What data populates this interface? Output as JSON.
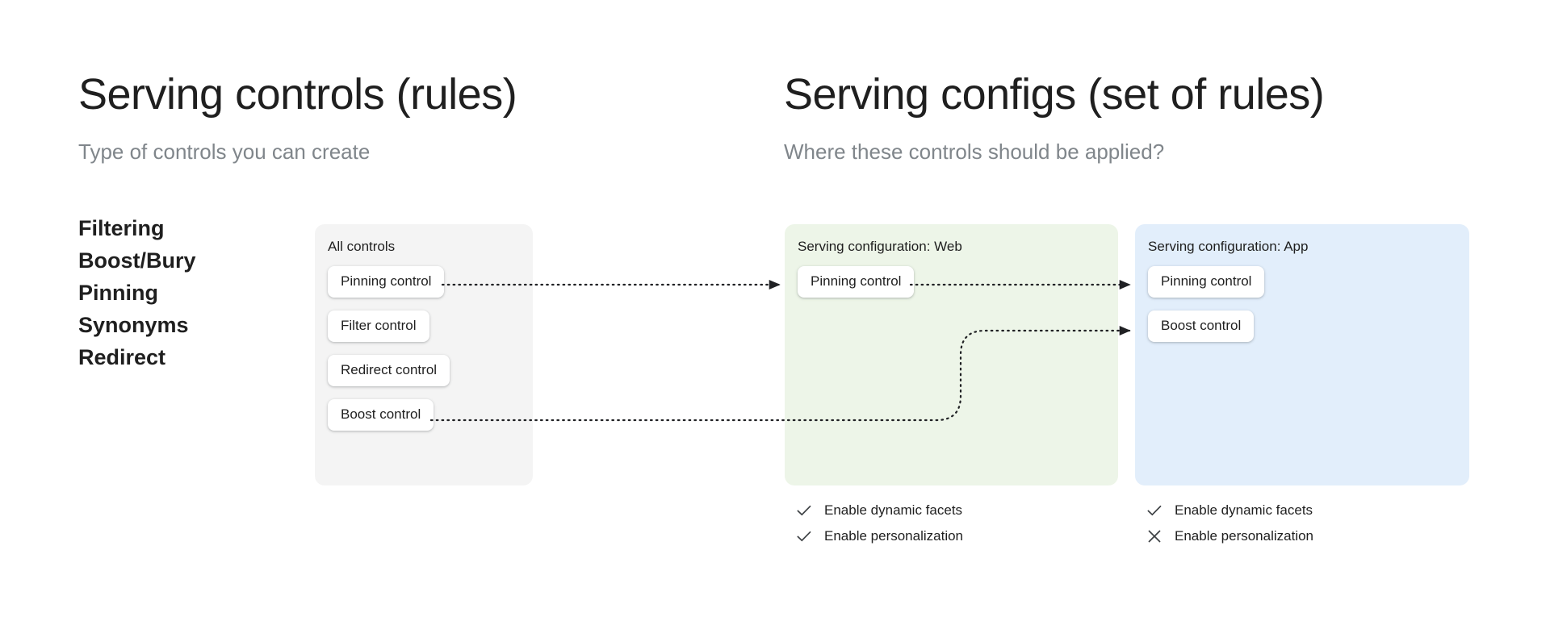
{
  "columns": {
    "left": {
      "title": "Serving controls (rules)",
      "subtitle": "Type of controls you can create"
    },
    "right": {
      "title": "Serving configs (set of rules)",
      "subtitle": "Where these controls should be applied?"
    }
  },
  "control_types": [
    {
      "label": "Filtering"
    },
    {
      "label": "Boost/Bury"
    },
    {
      "label": "Pinning"
    },
    {
      "label": "Synonyms"
    },
    {
      "label": "Redirect"
    }
  ],
  "panels": {
    "all_controls": {
      "label": "All controls",
      "background": "#f4f4f4",
      "chips": [
        {
          "label": "Pinning control"
        },
        {
          "label": "Filter control"
        },
        {
          "label": "Redirect control"
        },
        {
          "label": "Boost control"
        }
      ]
    },
    "serving_config_web": {
      "label": "Serving configuration: Web",
      "background": "#edf5e8",
      "chips": [
        {
          "label": "Pinning control"
        }
      ],
      "options": [
        {
          "label": "Enable dynamic facets",
          "icon": "check-icon",
          "state": "enabled"
        },
        {
          "label": "Enable personalization",
          "icon": "check-icon",
          "state": "enabled"
        }
      ]
    },
    "serving_config_app": {
      "label": "Serving configuration: App",
      "background": "#e2eefb",
      "chips": [
        {
          "label": "Pinning control"
        },
        {
          "label": "Boost control"
        }
      ],
      "options": [
        {
          "label": "Enable dynamic facets",
          "icon": "check-icon",
          "state": "enabled"
        },
        {
          "label": "Enable personalization",
          "icon": "close-icon",
          "state": "disabled"
        }
      ]
    }
  },
  "connectors": [
    {
      "from": "all-controls-pinning-control",
      "to": "web-pinning-control",
      "style": "dotted-arrow"
    },
    {
      "from": "web-pinning-control",
      "to": "app-pinning-control",
      "style": "dotted-arrow"
    },
    {
      "from": "all-controls-boost-control",
      "to": "app-boost-control",
      "style": "dotted-elbow-arrow"
    }
  ],
  "colors": {
    "title": "#1f1f1f",
    "subtitle": "#80868b",
    "panel_gray": "#f4f4f4",
    "panel_green": "#edf5e8",
    "panel_blue": "#e2eefb",
    "connector": "#202124",
    "chip_background": "#ffffff"
  }
}
